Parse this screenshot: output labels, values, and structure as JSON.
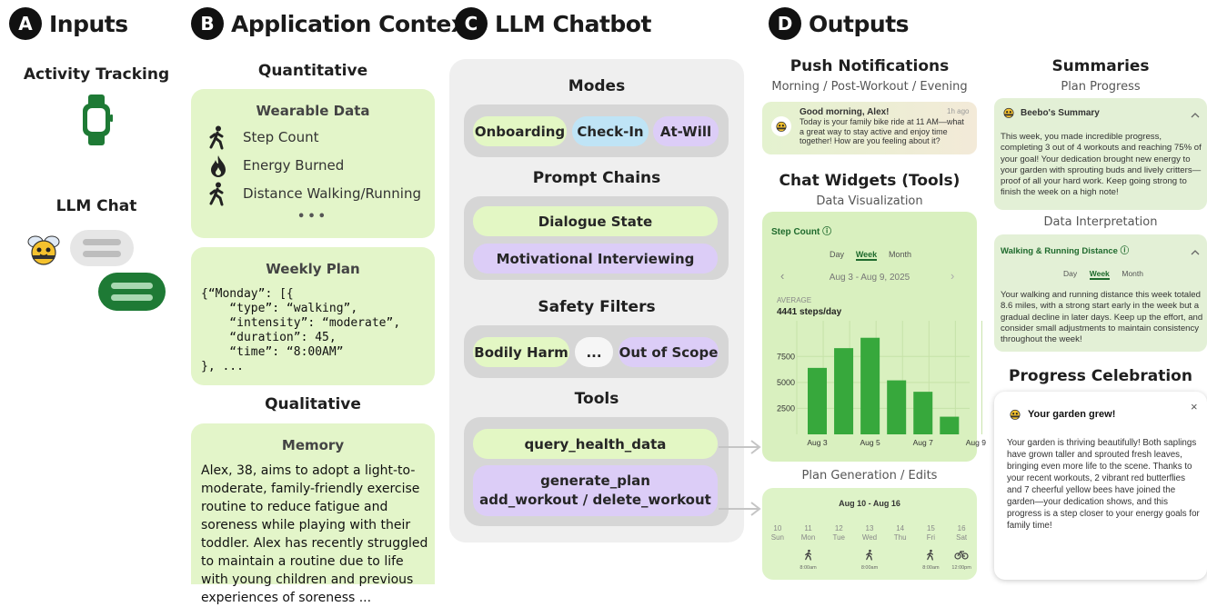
{
  "panels": {
    "a": {
      "letter": "A",
      "title": "Inputs"
    },
    "b": {
      "letter": "B",
      "title": "Application Context"
    },
    "c": {
      "letter": "C",
      "title": "LLM Chatbot"
    },
    "d": {
      "letter": "D",
      "title": "Outputs"
    }
  },
  "inputs": {
    "activity": "Activity Tracking",
    "chat": "LLM Chat"
  },
  "context": {
    "quant": "Quantitative",
    "wearable_title": "Wearable Data",
    "wearable_items": [
      "Step Count",
      "Energy Burned",
      "Distance Walking/Running"
    ],
    "ellipsis": "•••",
    "plan_title": "Weekly Plan",
    "plan_code": "{“Monday”: [{\n    “type”: “walking”,\n    “intensity”: “moderate”,\n    “duration”: 45,\n    “time”: “8:00AM”\n}, ...",
    "qual": "Qualitative",
    "memory_title": "Memory",
    "memory_text": "Alex, 38, aims to adopt a light-to-moderate, family-friendly exercise routine to reduce fatigue and soreness while playing with their toddler. Alex has recently struggled to maintain a routine due to life with young children and previous experiences of soreness ..."
  },
  "chatbot": {
    "modes_title": "Modes",
    "modes": [
      "Onboarding",
      "Check-In",
      "At-Will"
    ],
    "chains_title": "Prompt Chains",
    "chains": [
      "Dialogue State",
      "Motivational Interviewing"
    ],
    "safety_title": "Safety Filters",
    "safety": [
      "Bodily Harm",
      "...",
      "Out of Scope"
    ],
    "tools_title": "Tools",
    "tool1": "query_health_data",
    "tool2a": "generate_plan",
    "tool2b": "add_workout / delete_workout"
  },
  "outputs": {
    "push_title": "Push Notifications",
    "push_sub": "Morning / Post-Workout / Evening",
    "notif_title": "Good morning, Alex!",
    "notif_time": "1h ago",
    "notif_body": "Today is your family bike ride at 11 AM—what a great way to stay active and enjoy time together! How are you feeling about it?",
    "widgets_title": "Chat Widgets (Tools)",
    "widgets_sub": "Data Visualization",
    "sc_title": "Step Count ⓘ",
    "tabs": [
      "Day",
      "Week",
      "Month"
    ],
    "range": "Aug 3 - Aug 9, 2025",
    "prev": "‹",
    "next": "›",
    "avg_label": "AVERAGE",
    "avg_value": "4441 steps/day",
    "plan_gen": "Plan Generation / Edits",
    "cal_title": "Aug 10 - Aug 16",
    "cal_days": [
      {
        "num": "10",
        "day": "Sun",
        "time": ""
      },
      {
        "num": "11",
        "day": "Mon",
        "time": "8:00am"
      },
      {
        "num": "12",
        "day": "Tue",
        "time": ""
      },
      {
        "num": "13",
        "day": "Wed",
        "time": "8:00am"
      },
      {
        "num": "14",
        "day": "Thu",
        "time": ""
      },
      {
        "num": "15",
        "day": "Fri",
        "time": "8:00am"
      },
      {
        "num": "16",
        "day": "Sat",
        "time": "12:00pm"
      }
    ],
    "sum_title": "Summaries",
    "sum_sub": "Plan Progress",
    "beebo_title": "Beebo's Summary",
    "beebo_text": "This week, you made incredible progress, completing 3 out of 4 workouts and reaching 75% of your goal! Your dedication brought new energy to your garden with sprouting buds and lively critters—proof of all your hard work. Keep going strong to finish the week on a high note!",
    "interp_title": "Data Interpretation",
    "wr_title": "Walking & Running Distance ⓘ",
    "wr_text": "Your walking and running distance this week totaled 8.6 miles, with a strong start early in the week but a gradual decline in later days. Keep up the effort, and consider small adjustments to maintain consistency throughout the week!",
    "celebr_title": "Progress Celebration",
    "garden_title": "Your garden grew!",
    "close": "×",
    "garden_text": "Your garden is thriving beautifully! Both saplings have grown taller and sprouted fresh leaves, bringing even more life to the scene. Thanks to your recent workouts, 2 vibrant red butterflies and 7 cheerful yellow bees have joined the garden—your dedication shows, and this progress is a step closer to your energy goals for family time!"
  },
  "chart_data": {
    "type": "bar",
    "title": "Step Count",
    "categories": [
      "Aug 3",
      "Aug 4",
      "Aug 5",
      "Aug 6",
      "Aug 7",
      "Aug 8"
    ],
    "x_tick_labels": [
      "Aug 3",
      "Aug 5",
      "Aug 7",
      "Aug 9"
    ],
    "values": [
      6400,
      8300,
      9300,
      5200,
      4100,
      1700
    ],
    "y_ticks": [
      2500,
      5000,
      7500
    ],
    "ylim": [
      0,
      10500
    ],
    "grid": true,
    "color": "#37a83c"
  },
  "colors": {
    "green_box": "#e3f5c9",
    "brand_green": "#1e7a35",
    "bar": "#37a83c"
  }
}
